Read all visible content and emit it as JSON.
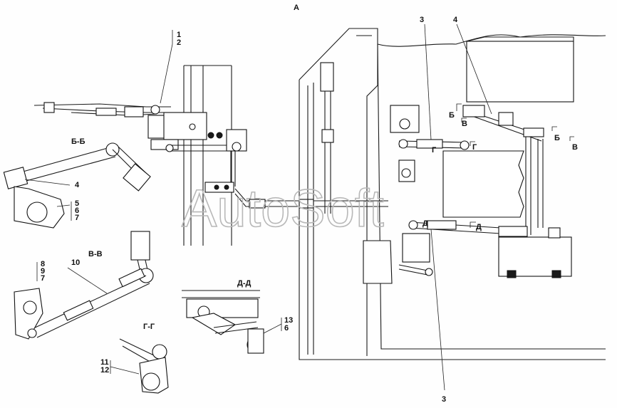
{
  "view_label": "А",
  "watermark": "AutoSoft",
  "sections": {
    "bb": "Б-Б",
    "vv": "В-В",
    "gg": "Г-Г",
    "dd": "Д-Д"
  },
  "callouts": {
    "c1": "1",
    "c2": "2",
    "c3_top": "3",
    "c3_bottom": "3",
    "c4_right": "4",
    "c4_bb": "4",
    "c5": "5",
    "c6": "6",
    "c7": "7",
    "c8": "8",
    "c9": "9",
    "c7b": "7",
    "c10": "10",
    "c11": "11",
    "c12": "12",
    "c13": "13",
    "c6b": "6"
  },
  "cut_marks": {
    "b1": "Б",
    "v1": "В",
    "b2": "Б",
    "v2": "В",
    "g1": "Г",
    "g2": "Г",
    "d1": "Д",
    "d2": "Д"
  }
}
